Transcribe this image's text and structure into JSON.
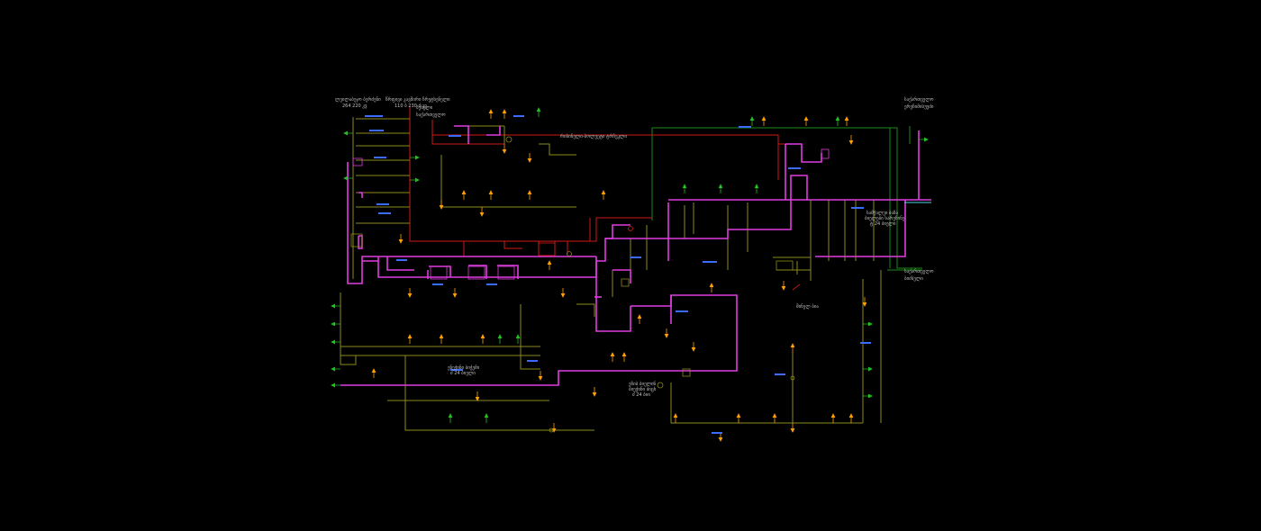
{
  "colors": {
    "background": "#000000",
    "bus_magenta": "#e03ce0",
    "feeder_olive": "#8a8a1a",
    "line_red": "#d01818",
    "line_green": "#1a8a1a",
    "line_cyan": "#4fd6e6",
    "arrow_orange": "#ffa000",
    "arrow_green": "#22c022",
    "label_blue": "#3a6cff",
    "label_text": "#bfbfbf"
  },
  "labels": {
    "top_left_1a": "ლეილაბეჯო ბერძენი",
    "top_left_1b": "264 220 კვ",
    "top_left_2a": "წრფივი კავშირი ჩრეტხენელი",
    "top_left_2b": "110 ბ 230 ძ კვ",
    "top_left_3": "ბუნელი",
    "top_left_4": "საქართველო",
    "top_center": "რისინელი-ბოლუეტი ტრჩეკლი",
    "top_right_1": "საქართველო",
    "top_right_2": "ერეჩიმისუუძი",
    "right_mid_1": "საქართველო",
    "right_mid_2": "ბიძბელი",
    "mid_right_note": "შინელ ბია",
    "sub_right_1": "სამქალეი ბაზა",
    "sub_right_2": "ბიელები სარეჩინე",
    "sub_right_3": "ტ 24 ბიელი",
    "bottom_left_1": "ენეჭინი ბიჭემი",
    "bottom_left_2": "ძ 24 ბიელი",
    "bottom_mid_1": "ეჩიბ ბიელინ",
    "bottom_mid_2": "ბიეჭინი ბიცხ",
    "bottom_mid_3": "ძ 24 ბიი"
  }
}
